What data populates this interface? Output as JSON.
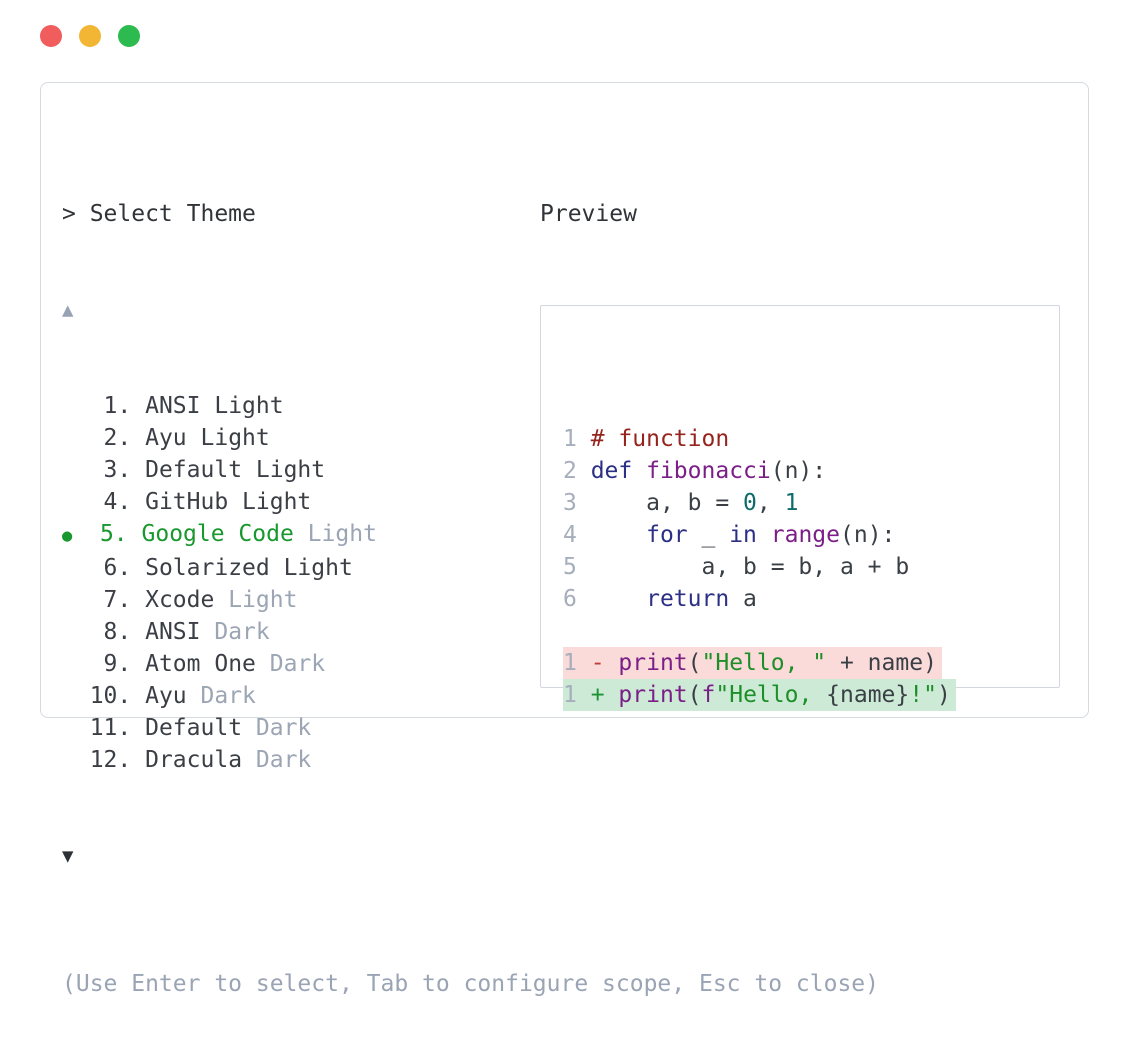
{
  "window": {
    "controls": [
      {
        "name": "close",
        "color": "#f15d5d"
      },
      {
        "name": "minimize",
        "color": "#f3b634"
      },
      {
        "name": "zoom",
        "color": "#2dba4e"
      }
    ]
  },
  "picker": {
    "title": "> Select Theme",
    "scroll_up": "▲",
    "scroll_down": "▼",
    "selected_bullet": "●",
    "items": [
      {
        "number": "1",
        "name": "ANSI Light",
        "dim": "",
        "selected": false
      },
      {
        "number": "2",
        "name": "Ayu Light",
        "dim": "",
        "selected": false
      },
      {
        "number": "3",
        "name": "Default Light",
        "dim": "",
        "selected": false
      },
      {
        "number": "4",
        "name": "GitHub Light",
        "dim": "",
        "selected": false
      },
      {
        "number": "5",
        "name": "Google Code",
        "dim": "Light",
        "selected": true
      },
      {
        "number": "6",
        "name": "Solarized Light",
        "dim": "",
        "selected": false
      },
      {
        "number": "7",
        "name": "Xcode",
        "dim": "Light",
        "selected": false
      },
      {
        "number": "8",
        "name": "ANSI",
        "dim": "Dark",
        "selected": false
      },
      {
        "number": "9",
        "name": "Atom One",
        "dim": "Dark",
        "selected": false
      },
      {
        "number": "10",
        "name": "Ayu",
        "dim": "Dark",
        "selected": false
      },
      {
        "number": "11",
        "name": "Default",
        "dim": "Dark",
        "selected": false
      },
      {
        "number": "12",
        "name": "Dracula",
        "dim": "Dark",
        "selected": false
      }
    ],
    "footer_hint": "(Use Enter to select, Tab to configure scope, Esc to close)"
  },
  "preview": {
    "label": "Preview",
    "code_lines": [
      {
        "num": "1",
        "tokens": [
          [
            "# function",
            "comment"
          ]
        ]
      },
      {
        "num": "2",
        "tokens": [
          [
            "def",
            "keyword"
          ],
          [
            " ",
            "plain"
          ],
          [
            "fibonacci",
            "function"
          ],
          [
            "(n):",
            "plain"
          ]
        ]
      },
      {
        "num": "3",
        "tokens": [
          [
            "    a, b = ",
            "plain"
          ],
          [
            "0",
            "number"
          ],
          [
            ", ",
            "plain"
          ],
          [
            "1",
            "number"
          ]
        ]
      },
      {
        "num": "4",
        "tokens": [
          [
            "    ",
            "plain"
          ],
          [
            "for",
            "keyword"
          ],
          [
            " _ ",
            "plain"
          ],
          [
            "in",
            "keyword"
          ],
          [
            " ",
            "plain"
          ],
          [
            "range",
            "function"
          ],
          [
            "(n):",
            "plain"
          ]
        ]
      },
      {
        "num": "5",
        "tokens": [
          [
            "        a, b = b, a + b",
            "plain"
          ]
        ]
      },
      {
        "num": "6",
        "tokens": [
          [
            "    ",
            "plain"
          ],
          [
            "return",
            "keyword"
          ],
          [
            " a",
            "plain"
          ]
        ]
      },
      {
        "num": "",
        "tokens": []
      },
      {
        "num": "1",
        "diff": "removed",
        "tokens": [
          [
            "- ",
            "minus"
          ],
          [
            "print",
            "function"
          ],
          [
            "(",
            "plain"
          ],
          [
            "\"Hello, \"",
            "string"
          ],
          [
            " + name)",
            "plain"
          ]
        ]
      },
      {
        "num": "1",
        "diff": "added",
        "tokens": [
          [
            "+ ",
            "plus"
          ],
          [
            "print",
            "function"
          ],
          [
            "(",
            "plain"
          ],
          [
            "f",
            "function"
          ],
          [
            "\"Hello, ",
            "string"
          ],
          [
            "{name}",
            "plain"
          ],
          [
            "!\"",
            "string"
          ],
          [
            ")",
            "plain"
          ]
        ]
      }
    ]
  },
  "colors": {
    "item_text": "#3b3f45",
    "item_dim": "#9ba5b4",
    "selected_green": "#18982e",
    "line_number": "#a6aebb",
    "keyword": "#2b2f85",
    "function": "#7b1f87",
    "comment": "#96241e",
    "string": "#1d8f28",
    "number": "#0e6b6b",
    "plain": "#3a3f46",
    "minus": "#c03b36",
    "plus": "#1d9234",
    "removed_bg": "#fadbd9",
    "added_bg": "#cdead7"
  }
}
